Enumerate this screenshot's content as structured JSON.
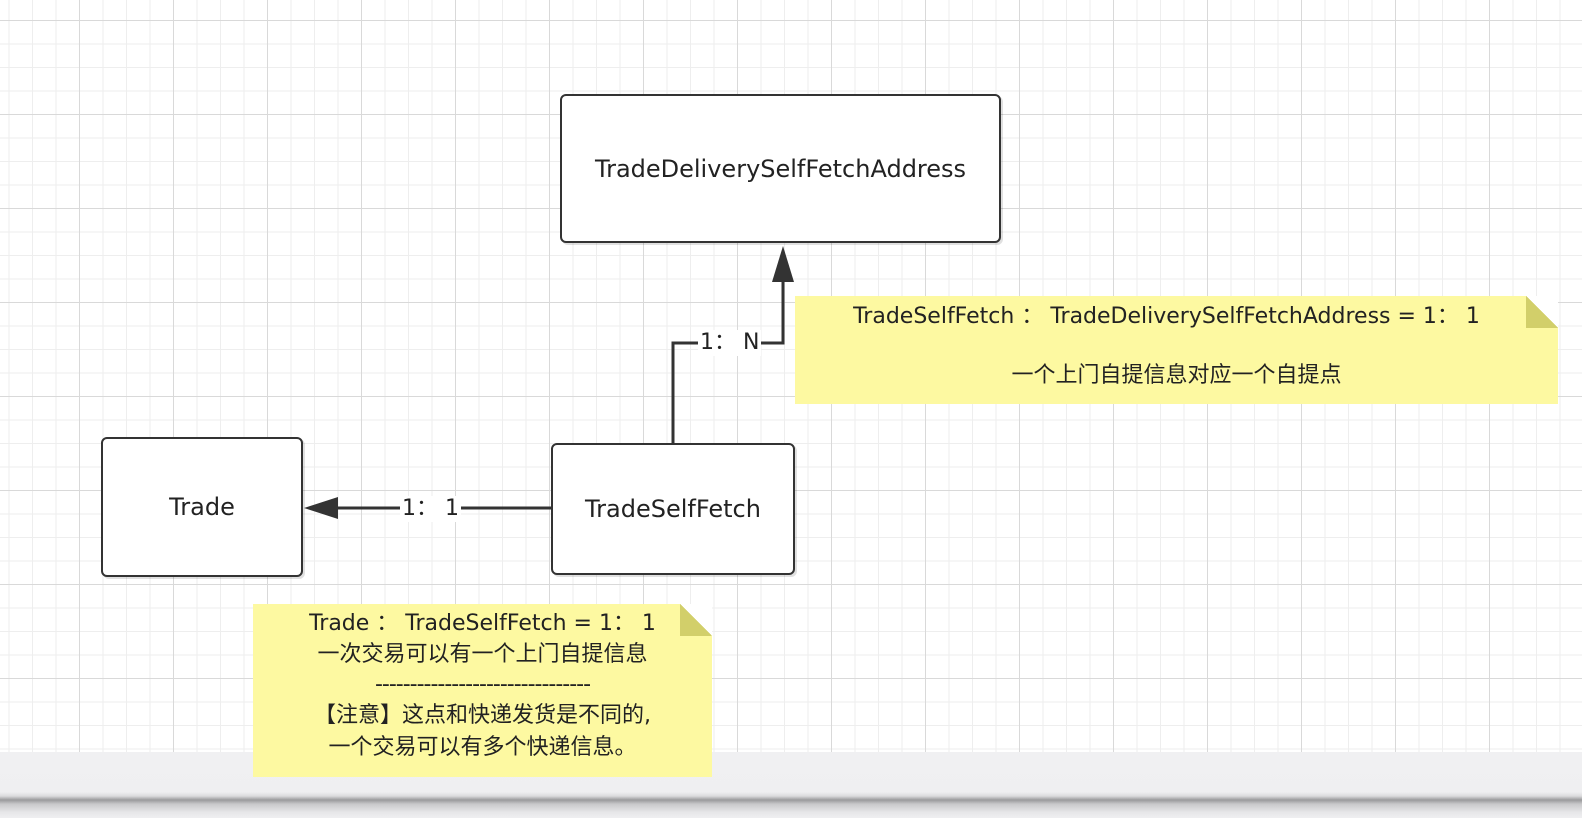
{
  "entities": {
    "address": "TradeDeliverySelfFetchAddress",
    "self_fetch": "TradeSelfFetch",
    "trade": "Trade"
  },
  "edges": {
    "self_fetch_to_address": "1： N",
    "self_fetch_to_trade": "1： 1"
  },
  "notes": {
    "top": {
      "line1": "TradeSelfFetch ： TradeDeliverySelfFetchAddress = 1： 1",
      "line2": "一个上门自提信息对应一个自提点"
    },
    "bottom": {
      "line1": "Trade ： TradeSelfFetch = 1： 1",
      "line2": "一次交易可以有一个上门自提信息",
      "line3": "-------------------------------",
      "line4": "【注意】这点和快递发货是不同的,",
      "line5": "一个交易可以有多个快递信息。"
    }
  },
  "colors": {
    "note_fill": "#fdf9a1",
    "line": "#333333",
    "grid": "#d9d9d9"
  }
}
